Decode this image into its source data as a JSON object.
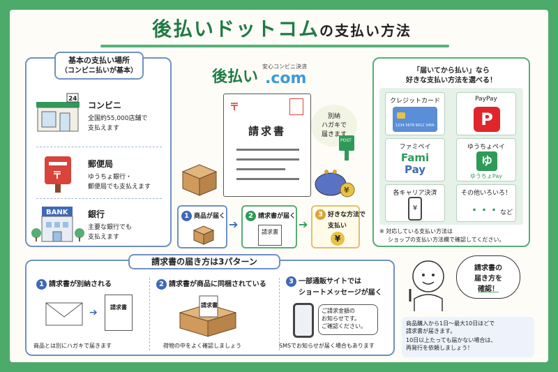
{
  "title": {
    "main": "後払いドットコム",
    "suffix": "の支払い方法"
  },
  "logo": {
    "text": "後払い",
    "dot_com": ".com",
    "tagline": "安心コンビニ決済"
  },
  "places": {
    "heading_1": "基本の支払い場所",
    "heading_2": "（コンビニ払いが基本）",
    "items": [
      {
        "name": "コンビニ",
        "desc_1": "全国約55,000店舗で",
        "desc_2": "支払えます"
      },
      {
        "name": "郵便局",
        "desc_1": "ゆうちょ銀行・",
        "desc_2": "郵便局でも支払えます"
      },
      {
        "name": "銀行",
        "desc_1": "主要な銀行でも",
        "desc_2": "支払えます"
      }
    ],
    "bank_sign": "BANK",
    "store_sign": "24"
  },
  "invoice": {
    "title": "請求書",
    "postal_mark": "〒",
    "note_1": "別納",
    "note_2": "ハガキで",
    "note_3": "届きます",
    "post_label": "POST",
    "yen": "¥"
  },
  "flow": [
    {
      "num": "1",
      "label": "商品が届く"
    },
    {
      "num": "2",
      "label": "請求書が届く",
      "doc": "請求書"
    },
    {
      "num": "3",
      "label_1": "好きな方法で",
      "label_2": "支払い",
      "yen": "¥"
    }
  ],
  "methods": {
    "heading_1": "「届いてから払い」なら",
    "heading_2": "好きな支払い方法を選べる！",
    "cells": [
      {
        "label": "クレジットカード",
        "card_number": "1234 5678 9012 3456"
      },
      {
        "label": "PayPay",
        "logo": "P"
      },
      {
        "label": "ファミペイ",
        "logo_1": "Fami",
        "logo_2": "Pay"
      },
      {
        "label": "ゆうちょペイ",
        "logo": "ゆ",
        "sub": "ゆうちょPay"
      },
      {
        "label": "各キャリア決済",
        "logo": "¥"
      },
      {
        "label": "その他いろいろ！",
        "dots": "・・・",
        "more": "など"
      }
    ],
    "note_1": "※ 対応している支払い方法は",
    "note_2": "ショップの支払い方法欄で確認してください。"
  },
  "delivery": {
    "heading": "請求書の届き方は3パターン",
    "patterns": [
      {
        "num": "1",
        "title": "請求書が別納される",
        "caption": "商品とは別にハガキで届きます",
        "doc": "請求書"
      },
      {
        "num": "2",
        "title": "請求書が商品に同梱されている",
        "caption": "荷物の中をよく確認しましょう",
        "doc": "請求書"
      },
      {
        "num": "3",
        "title_1": "一部通販サイトでは",
        "title_2": "ショートメッセージが届く",
        "caption": "SMSでお知らせが届く場合もあります",
        "sms_1": "ご請求金額の",
        "sms_2": "お知らせです。",
        "sms_3": "ご確認ください。"
      }
    ]
  },
  "advice": {
    "bubble_1": "請求書の",
    "bubble_2": "届き方を",
    "bubble_3": "確認！",
    "text_1": "商品購入から1日〜最大10日ほどで",
    "text_2": "請求書が届きます。",
    "text_3": "10日以上たっても届かない場合は、",
    "text_4": "再発行を依頼しましょう！"
  }
}
